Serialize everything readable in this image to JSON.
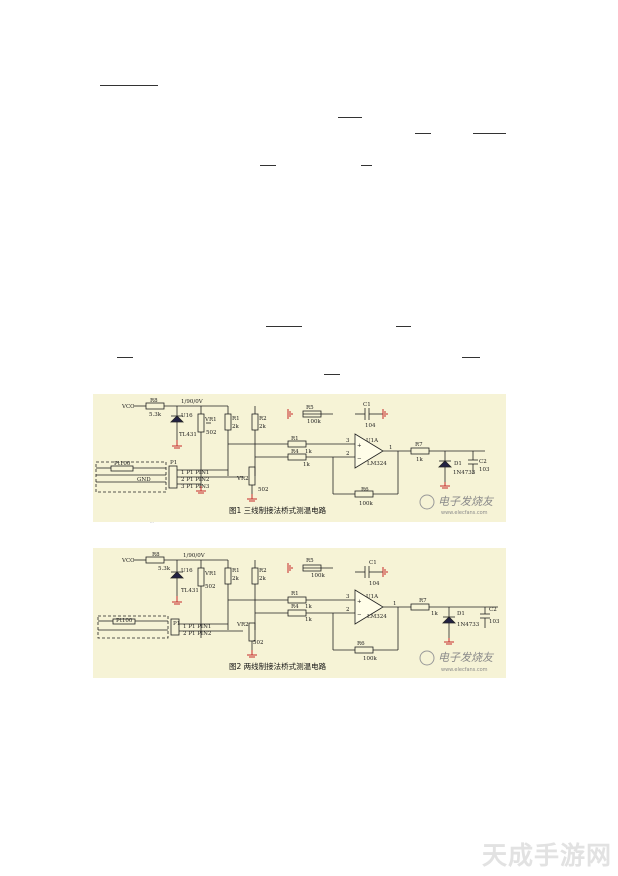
{
  "figures": [
    {
      "id": "fig1",
      "caption": "图1 三线制接法桥式测温电路",
      "labels": {
        "vcc": "VCC",
        "r8": "R8",
        "r8_val": "5.3k",
        "u16": "U16",
        "tl431": "TL431",
        "v_ref": "1/90/0V",
        "vr1": "VR1",
        "vr1_val": "502",
        "r1": "R1",
        "r1_val": "2k",
        "r2": "R2",
        "r2_val": "2k",
        "r5": "R5",
        "r5_val": "100k",
        "c1": "C1",
        "c1_val": "104",
        "r1b": "R1",
        "r1b_val": "1k",
        "r4": "R4",
        "r4_val": "1k",
        "u1a": "U1A",
        "lm324": "LM324",
        "r7": "R7",
        "r7_val": "1k",
        "d1": "D1",
        "d1_val": "1N4733",
        "c2": "C2",
        "c2_val": "103",
        "vr2": "VR2",
        "vr2_val": "502",
        "r6": "R6",
        "r6_val": "100k",
        "pt100": "Pt100",
        "p1": "P1",
        "pin1": "1   P1 PIN1",
        "pin2": "2   P1 PIN2",
        "pin3": "3   P1 PIN3",
        "gnd": "GND",
        "plus": "+",
        "minus": "−",
        "n3": "3",
        "n2": "2",
        "n1": "1"
      },
      "watermark": "电子发烧友",
      "watermark_url": "www.elecfans.com"
    },
    {
      "id": "fig2",
      "caption": "图2 两线制接法桥式测温电路",
      "labels": {
        "vcc": "VCC",
        "r8": "R8",
        "r8_val": "5.3k",
        "u16": "U16",
        "tl431": "TL431",
        "v_ref": "1/90/0V",
        "vr1": "VR1",
        "vr1_val": "502",
        "r1": "R1",
        "r1_val": "2k",
        "r2": "R2",
        "r2_val": "2k",
        "r5": "R5",
        "r5_val": "100k",
        "c1": "C1",
        "c1_val": "104",
        "r1b": "R1",
        "r1b_val": "1k",
        "r4": "R4",
        "r4_val": "1k",
        "u1a": "U1A",
        "lm324": "LM324",
        "r7": "R7",
        "r7_val": "1k",
        "d1": "D1",
        "d1_val": "1N4733",
        "c2": "C2",
        "c2_val": "103",
        "vr2": "VR2",
        "vr2_val": "502",
        "r6": "R6",
        "r6_val": "100k",
        "pt100": "Pt100",
        "p1": "P1",
        "pin1": "1   P1 PIN1",
        "pin2": "2   P1 PIN2",
        "plus": "+",
        "minus": "−",
        "n3": "3",
        "n2": "2",
        "n1": "1"
      },
      "watermark": "电子发烧友",
      "watermark_url": "www.elecfans.com"
    }
  ],
  "stray_mark": "...",
  "site_watermark": "天成手游网"
}
